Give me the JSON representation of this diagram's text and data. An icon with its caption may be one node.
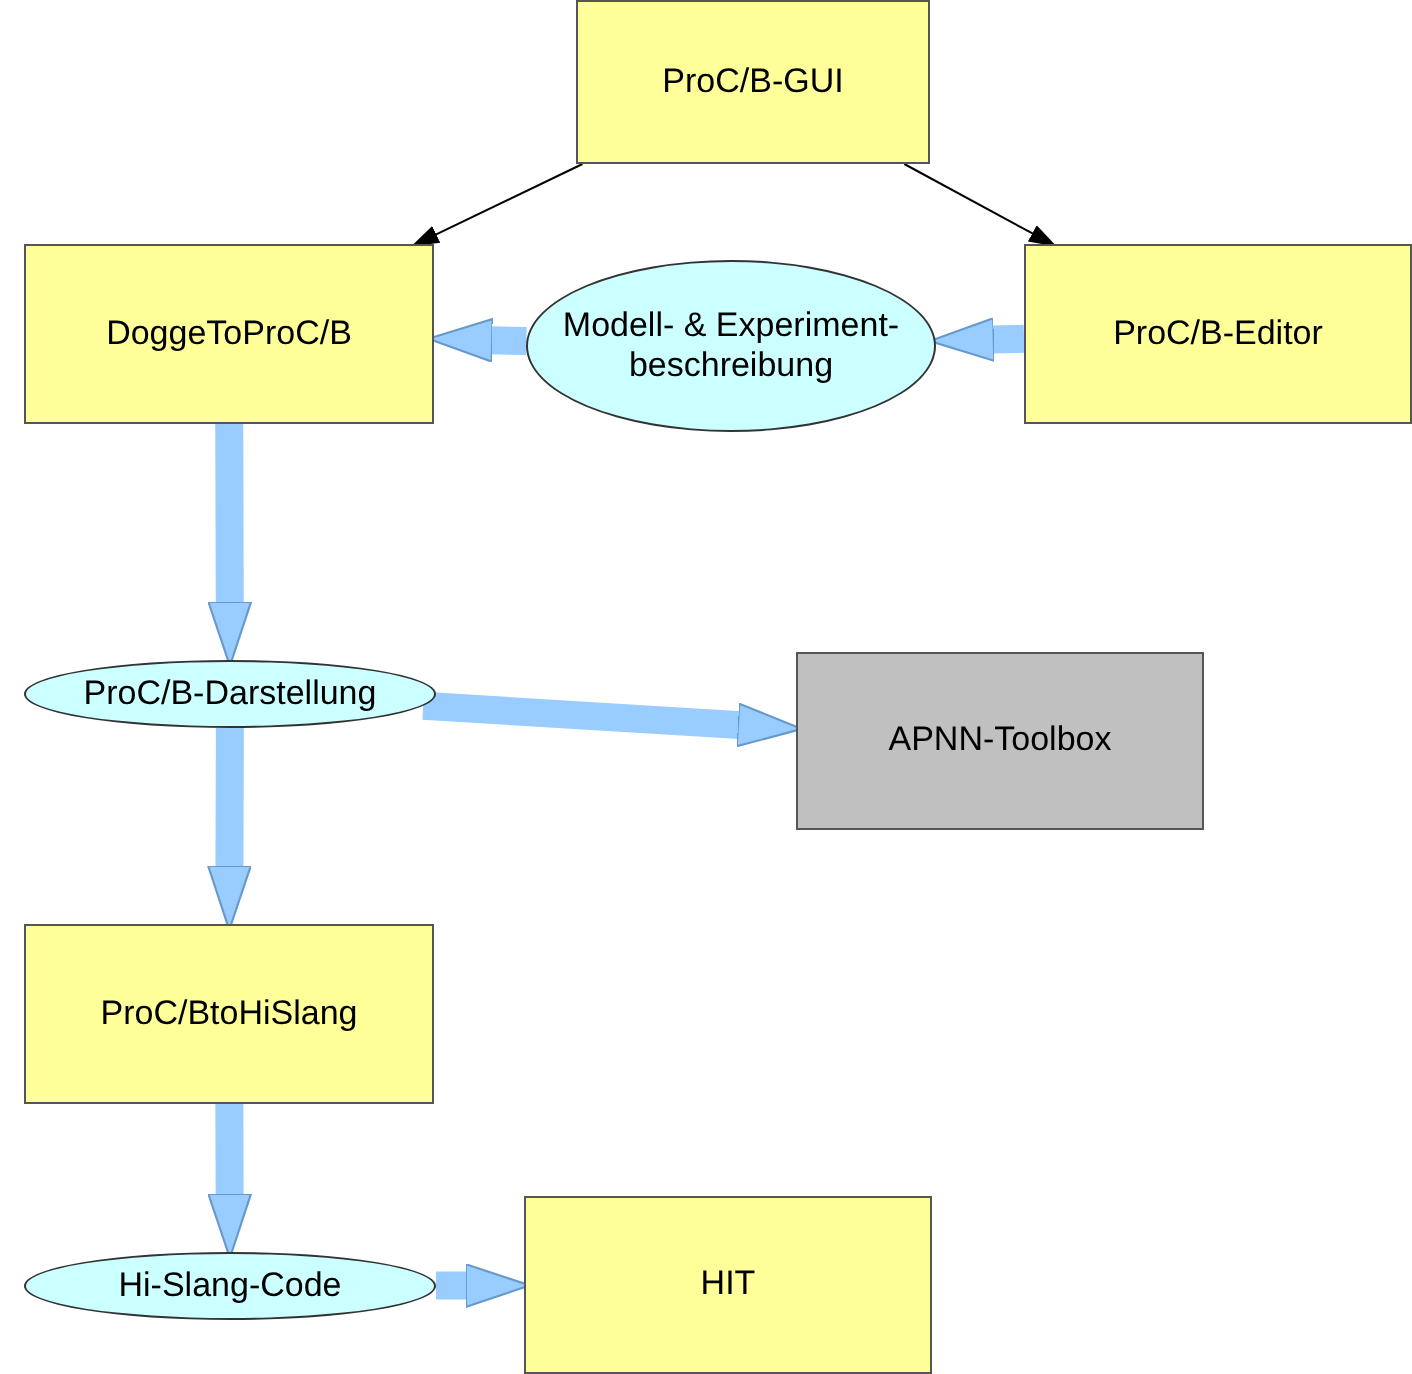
{
  "diagram": {
    "nodes": [
      {
        "text": [
          "ProC/B-GUI"
        ]
      },
      {
        "text": [
          "DoggeToProC/B"
        ]
      },
      {
        "text": [
          "Modell- & Experiment-beschreibung"
        ]
      },
      {
        "text": [
          "ProC/B-Editor"
        ]
      },
      {
        "text": [
          "ProC/B-Darstellung"
        ]
      },
      {
        "text": [
          "APNN-Toolbox"
        ]
      },
      {
        "text": [
          "ProC/BtoHiSlang"
        ]
      },
      {
        "text": [
          "Hi-Slang-Code"
        ]
      },
      {
        "text": [
          "HIT"
        ]
      }
    ],
    "edges": [
      {
        "from": 0,
        "to": 1,
        "arrow": "to",
        "color": "#000000"
      },
      {
        "from": 0,
        "to": 3,
        "arrow": "to",
        "color": "#000000"
      },
      {
        "from": 3,
        "to": 2,
        "arrow": "to"
      },
      {
        "from": 2,
        "to": 1,
        "arrow": "to"
      },
      {
        "from": 1,
        "to": 4,
        "arrow": "to"
      },
      {
        "from": 4,
        "to": 5,
        "arrow": "to"
      },
      {
        "from": 4,
        "to": 6,
        "arrow": "to"
      },
      {
        "from": 6,
        "to": 7,
        "arrow": "to"
      },
      {
        "from": 7,
        "to": 8,
        "arrow": "to"
      }
    ]
  }
}
